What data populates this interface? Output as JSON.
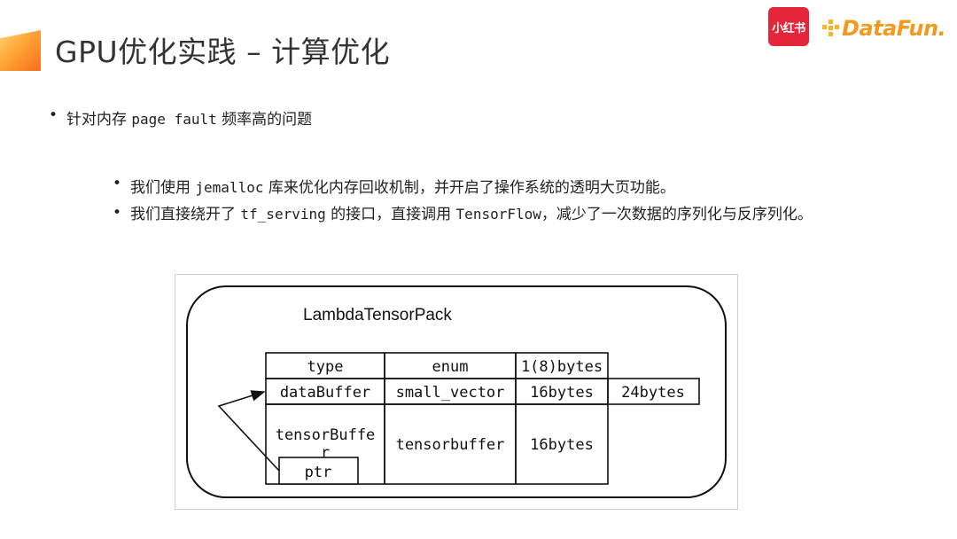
{
  "slide": {
    "title": "GPU优化实践 – 计算优化",
    "logos": {
      "xiaohongshu": "小红书",
      "datafun": "DataFun."
    },
    "colors": {
      "accent": "#f49a1f",
      "xhs_red": "#e5263a",
      "text": "#222222"
    }
  },
  "bullets": {
    "level1": {
      "dot": "•",
      "pre": "针对内存 ",
      "code": "page fault",
      "post": " 频率高的问题"
    },
    "level2": [
      {
        "dot": "•",
        "pre": "我们使用 ",
        "code": "jemalloc",
        "post": " 库来优化内存回收机制，并开启了操作系统的透明大页功能。"
      },
      {
        "dot": "•",
        "pre": "我们直接绕开了 ",
        "code": "tf_serving",
        "mid": " 的接口，直接调用 ",
        "code2": "TensorFlow",
        "post": "，减少了一次数据的序列化与反序列化。"
      }
    ]
  },
  "diagram": {
    "title": "LambdaTensorPack",
    "header": [
      "type",
      "enum",
      "1(8)bytes"
    ],
    "row1": [
      "dataBuffer",
      "small_vector",
      "16bytes",
      "24bytes"
    ],
    "row2": [
      "tensorBuffe",
      "r",
      "tensorbuffer",
      "16bytes"
    ],
    "ptr": "ptr"
  }
}
